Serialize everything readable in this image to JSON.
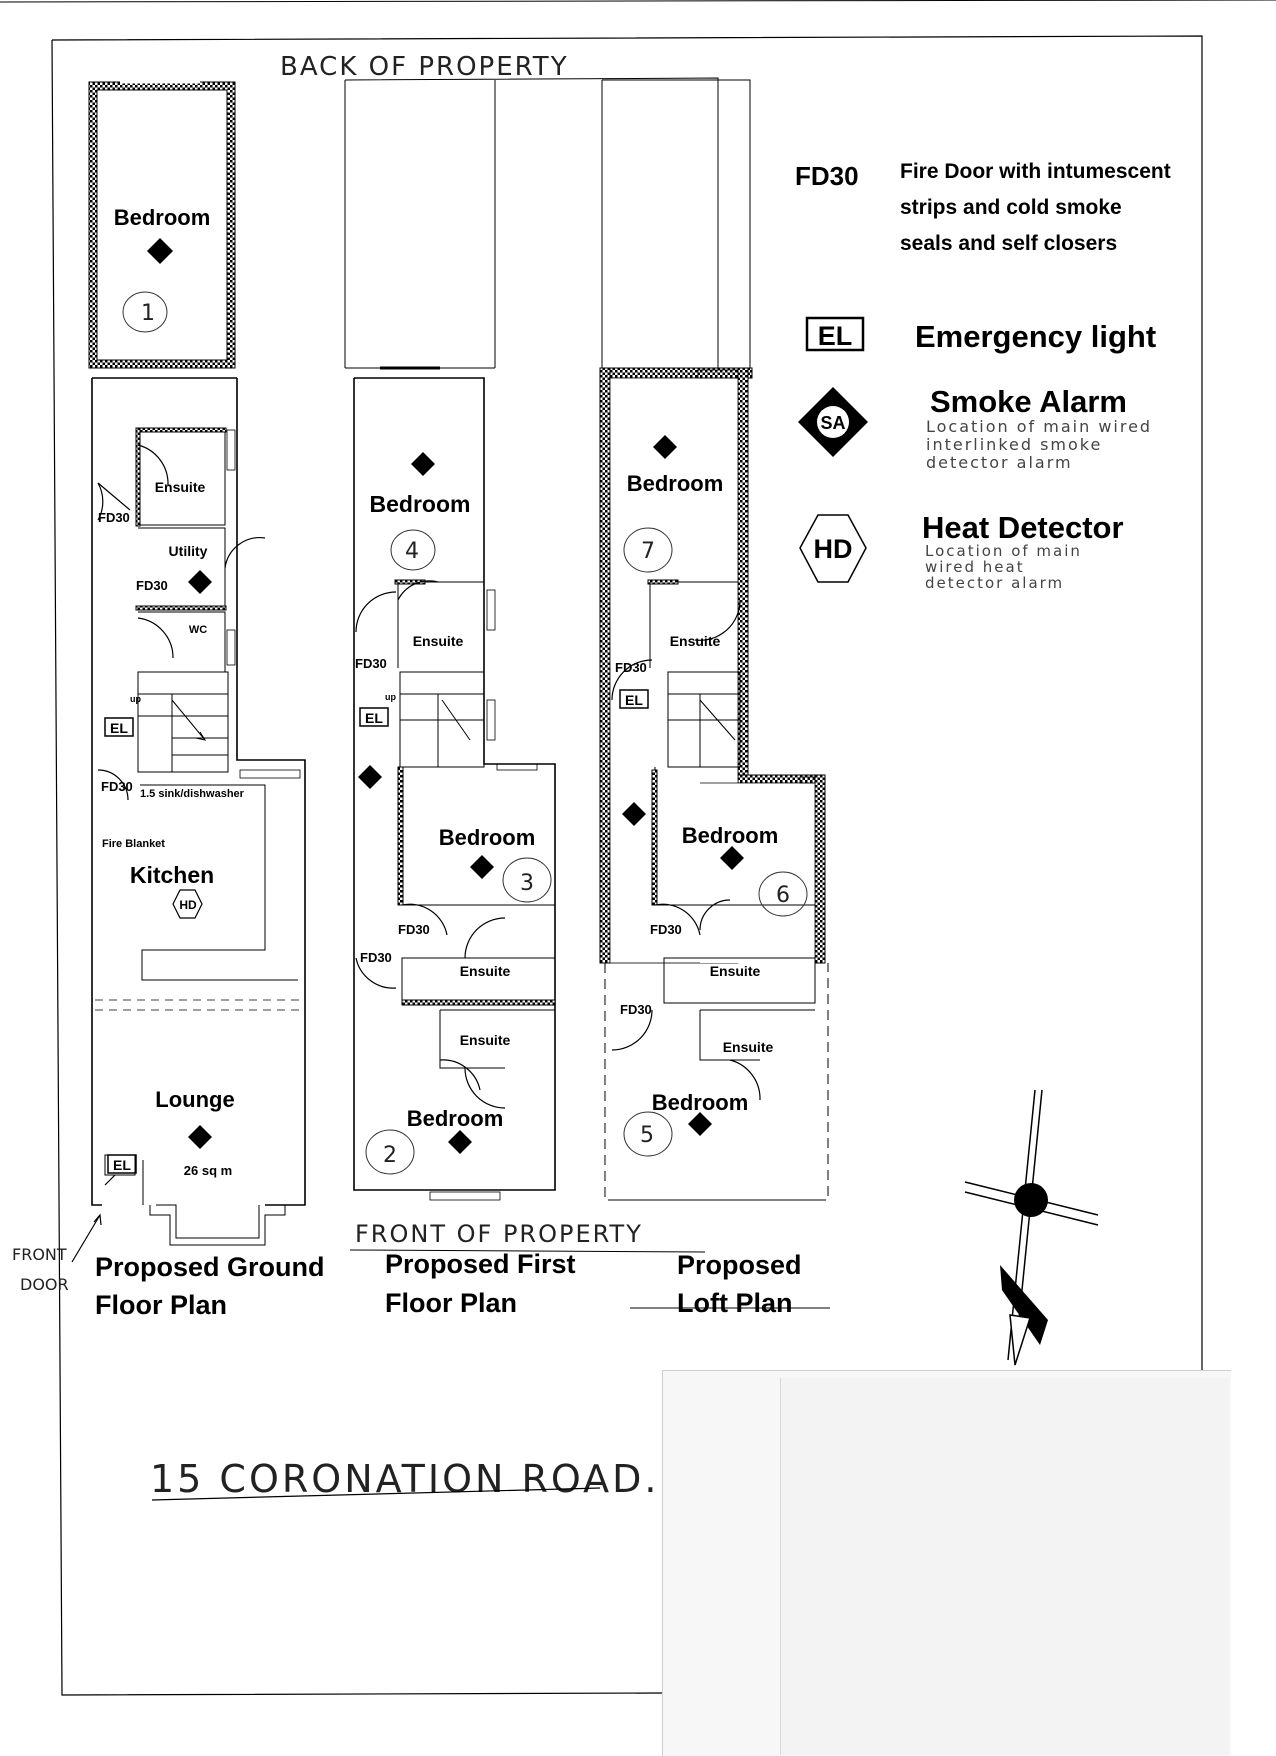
{
  "annotations": {
    "back": "BACK OF PROPERTY",
    "front": "FRONT OF PROPERTY",
    "front_door": [
      "FRONT",
      "DOOR"
    ],
    "address": "15 CORONATION ROAD."
  },
  "plans": {
    "ground": {
      "title": [
        "Proposed Ground",
        "Floor Plan"
      ],
      "bedroom": "Bedroom",
      "bedroom_no": "1",
      "ensuite": "Ensuite",
      "utility": "Utility",
      "wc": "WC",
      "up": "up",
      "sink": "1.5 sink/dishwasher",
      "fire_blanket": "Fire Blanket",
      "kitchen": "Kitchen",
      "lounge": "Lounge",
      "area": "26 sq m"
    },
    "first": {
      "title": [
        "Proposed First",
        "Floor Plan"
      ],
      "bedroom_a": "Bedroom",
      "bedroom_a_no": "4",
      "ensuite_a": "Ensuite",
      "up": "up",
      "bedroom_b": "Bedroom",
      "bedroom_b_no": "3",
      "ensuite_b": "Ensuite",
      "ensuite_c": "Ensuite",
      "bedroom_c": "Bedroom",
      "bedroom_c_no": "2"
    },
    "loft": {
      "title": [
        "Proposed",
        "Loft Plan"
      ],
      "bedroom_a": "Bedroom",
      "bedroom_a_no": "7",
      "ensuite_a": "Ensuite",
      "bedroom_b": "Bedroom",
      "bedroom_b_no": "6",
      "ensuite_b": "Ensuite",
      "ensuite_c": "Ensuite",
      "bedroom_c": "Bedroom",
      "bedroom_c_no": "5"
    }
  },
  "symbols": {
    "fd30": "FD30",
    "el": "EL",
    "sa": "SA",
    "hd": "HD"
  },
  "legend": {
    "fd30_code": "FD30",
    "fd30_desc": [
      "Fire Door with intumescent",
      "strips and cold smoke",
      "seals and self closers"
    ],
    "el_code": "EL",
    "el_title": "Emergency light",
    "sa_code": "SA",
    "sa_title": "Smoke Alarm",
    "sa_desc": [
      "Location of main wired",
      "interlinked smoke",
      "detector alarm"
    ],
    "hd_code": "HD",
    "hd_title": "Heat Detector",
    "hd_desc": [
      "Location of main",
      "wired heat",
      "detector alarm"
    ]
  },
  "colors": {
    "ink": "#000000",
    "paper": "#ffffff",
    "patch": "#f7f7f7"
  }
}
